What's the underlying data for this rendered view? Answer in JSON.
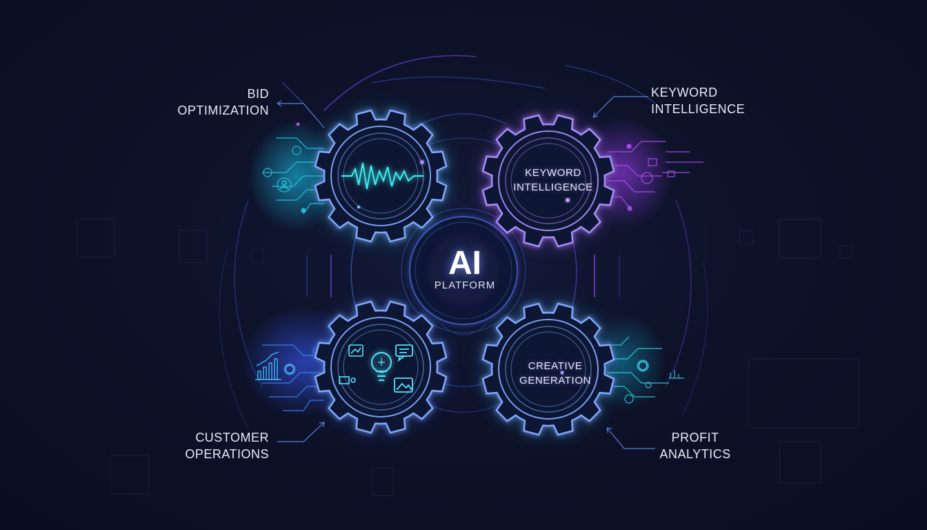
{
  "hub": {
    "title": "AI",
    "subtitle": "PLATFORM"
  },
  "labels": {
    "bid": [
      "BID",
      "OPTIMIZATION"
    ],
    "keyword_outer": [
      "KEYWORD",
      "INTELLIGENCE"
    ],
    "keyword_gear": [
      "KEYWORD",
      "INTELLIGENCE"
    ],
    "creative_gear": [
      "CREATIVE",
      "GENERATION"
    ],
    "customer": [
      "CUSTOMER",
      "OPERATIONS"
    ],
    "profit": [
      "PROFIT",
      "ANALYTICS"
    ]
  },
  "colors": {
    "background": "#0d1229",
    "gear_blue": "#7fa8ff",
    "gear_violet": "#a98cff",
    "accent_cyan": "#2fe0e6",
    "accent_purple": "#b44cff",
    "text": "#e8ecf5"
  },
  "icons": [
    "waveform-icon",
    "target-icon",
    "lightbulb-icon",
    "chart-icon",
    "image-icon",
    "chat-icon",
    "user-icon",
    "dollar-icon"
  ]
}
